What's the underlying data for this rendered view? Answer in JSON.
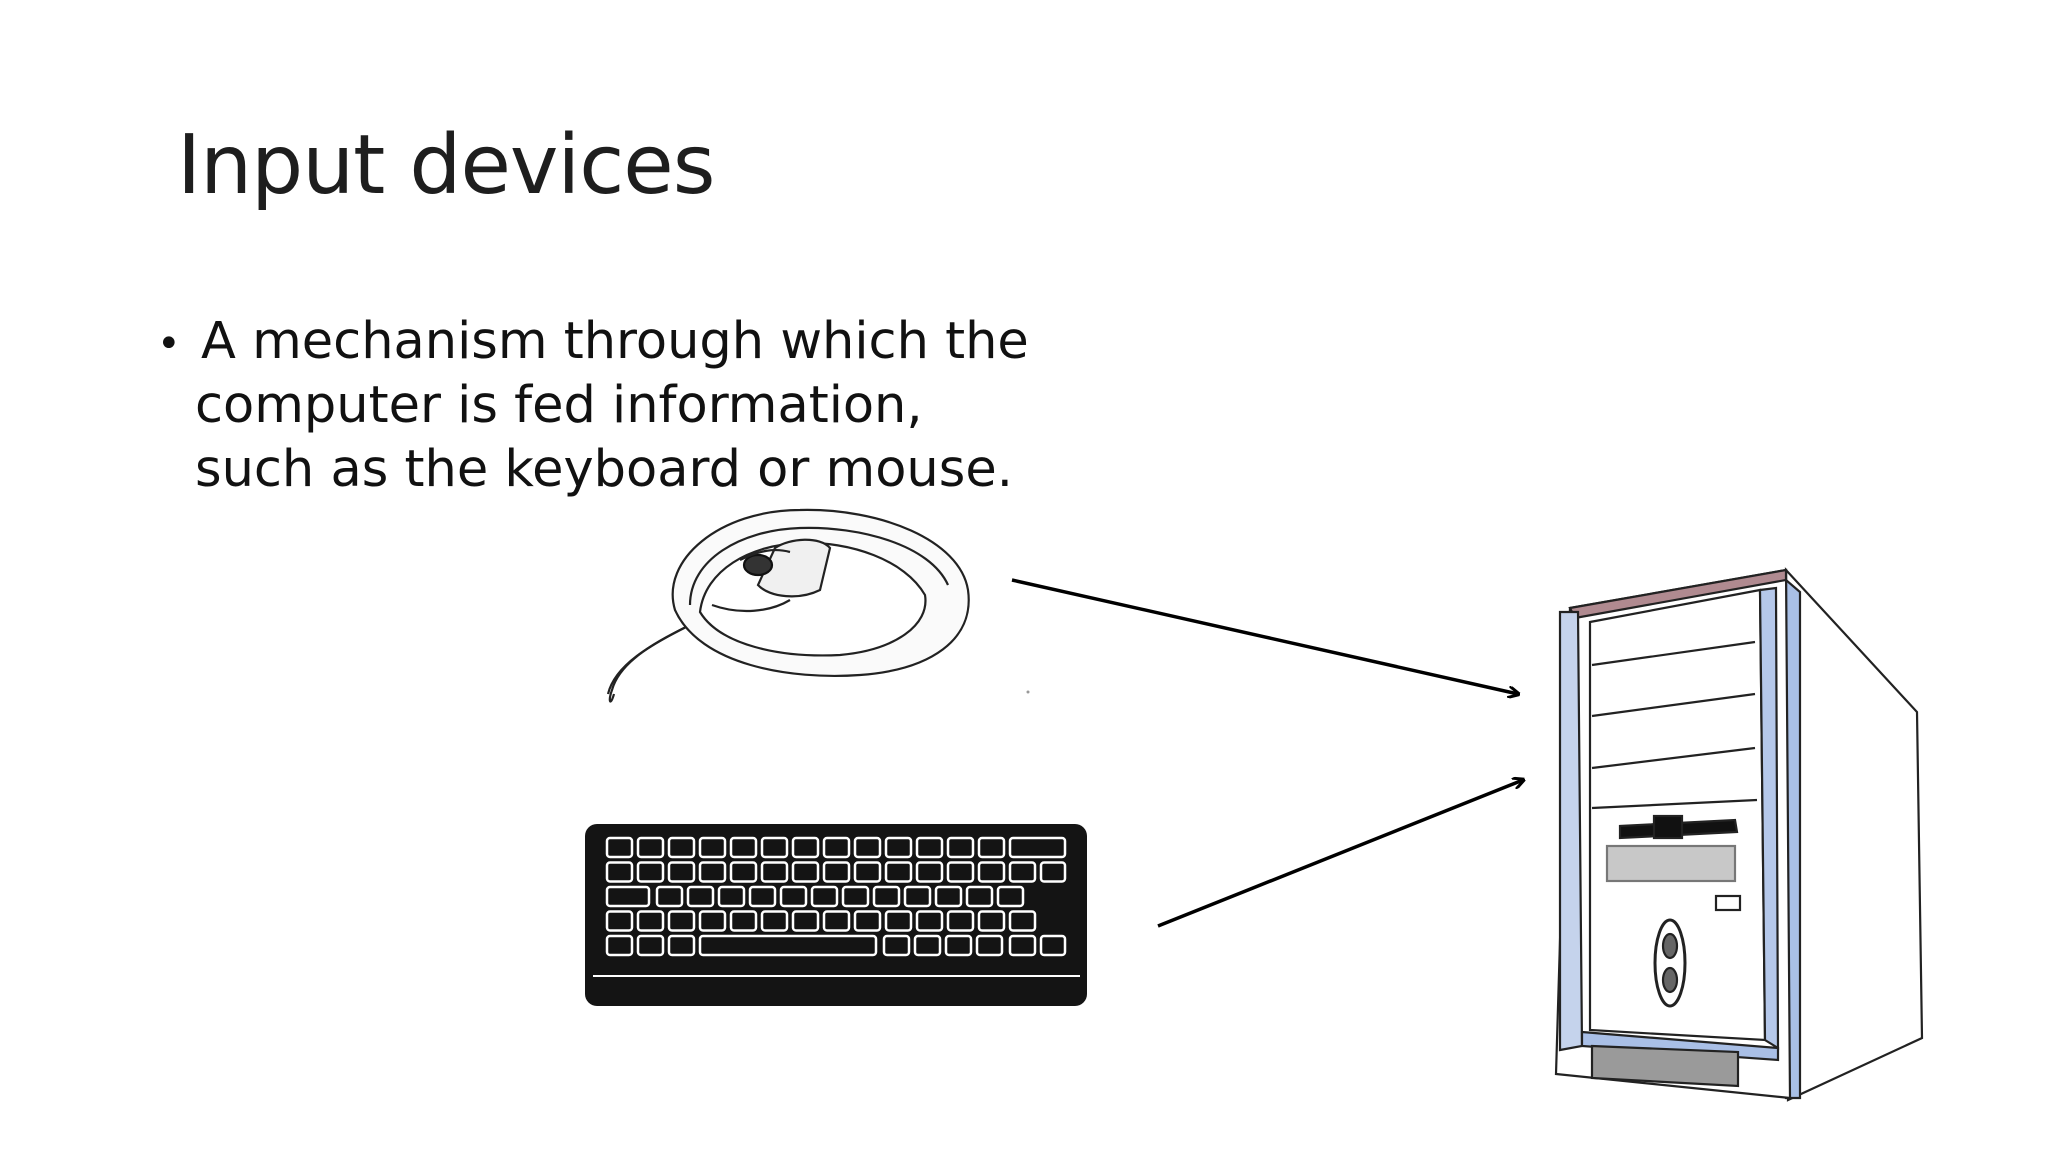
{
  "slide": {
    "title": "Input devices",
    "bullet": {
      "marker": "•",
      "lines": [
        " A mechanism through which the",
        "computer is fed information,",
        "such as the keyboard or mouse."
      ]
    }
  },
  "illustrations": {
    "mouse_icon": "computer-mouse",
    "keyboard_icon": "keyboard",
    "tower_icon": "desktop-tower",
    "arrows": 2
  },
  "colors": {
    "background": "#ffffff",
    "text": "#111111",
    "keyboard": "#141414",
    "tower_trim": "#9fb8e0",
    "tower_top": "#b08a90"
  }
}
